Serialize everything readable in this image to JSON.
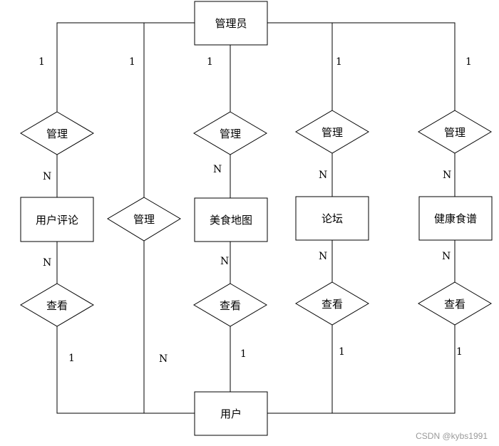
{
  "entities": {
    "admin": "管理员",
    "comments": "用户评论",
    "food_map": "美食地图",
    "forum": "论坛",
    "recipes": "健康食谱",
    "user": "用户"
  },
  "relationships": {
    "manage_comments": "管理",
    "manage_user": "管理",
    "manage_food_map": "管理",
    "manage_forum": "管理",
    "manage_recipes": "管理",
    "view_comments": "查看",
    "view_food_map": "查看",
    "view_forum": "查看",
    "view_recipes": "查看"
  },
  "cardinalities": {
    "admin_to_manage_comments": "1",
    "admin_to_manage_user": "1",
    "admin_to_manage_food_map": "1",
    "admin_to_manage_forum": "1",
    "admin_to_manage_recipes": "1",
    "manage_comments_to_comments": "N",
    "manage_food_map_to_food_map": "N",
    "manage_forum_to_forum": "N",
    "manage_recipes_to_recipes": "N",
    "comments_to_view": "N",
    "food_map_to_view": "N",
    "forum_to_view": "N",
    "recipes_to_view": "N",
    "view_comments_to_user": "1",
    "manage_user_to_user": "N",
    "view_food_map_to_user": "1",
    "view_forum_to_user": "1",
    "view_recipes_to_user": "1"
  },
  "watermark": "CSDN @kybs1991"
}
